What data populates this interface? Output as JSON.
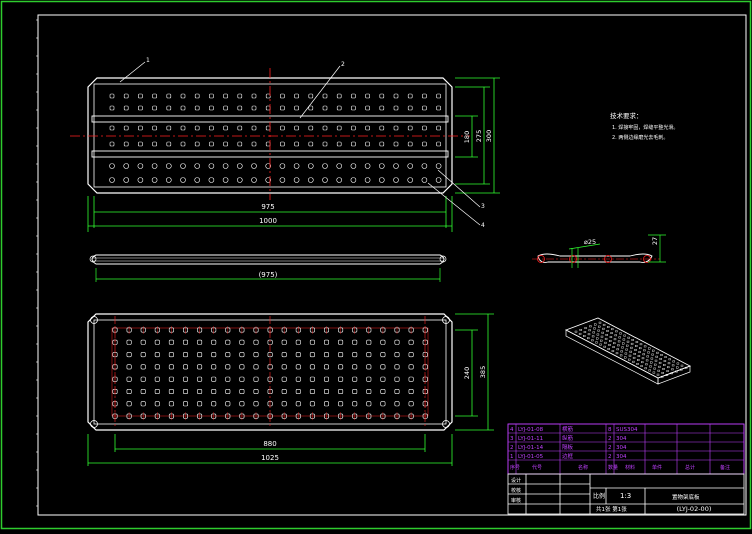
{
  "colors": {
    "background": "#000000",
    "frame": "#2ecc2e",
    "outline": "#ffffff",
    "centerline": "#ff2020",
    "dimension": "#30ff30",
    "hole": "#ffffff",
    "table": "#c040ff",
    "note": "#ffffff"
  },
  "balloons": [
    "1",
    "2",
    "3",
    "4"
  ],
  "dimensions": {
    "top_inner_length": "975",
    "top_outer_length": "1000",
    "top_h1": "180",
    "top_h2": "275",
    "top_h3": "300",
    "side_length": "(975)",
    "bottom_inner_length": "880",
    "bottom_outer_length": "1025",
    "bottom_h1": "240",
    "bottom_h2": "385",
    "section_dia": "⌀25",
    "section_thk": "27"
  },
  "notes": {
    "title": "技术要求：",
    "line1": "1. 焊接牢固，焊缝平整光滑。",
    "line2": "2. 两侧边缘磨光去毛刺。"
  },
  "bom": [
    {
      "no": "4",
      "code": "LYJ-01-08",
      "name": "横筋",
      "qty": "8",
      "mat": "SUS304"
    },
    {
      "no": "3",
      "code": "LYJ-01-11",
      "name": "纵筋",
      "qty": "2",
      "mat": "304"
    },
    {
      "no": "2",
      "code": "LYJ-01-14",
      "name": "隔板",
      "qty": "2",
      "mat": "304"
    },
    {
      "no": "1",
      "code": "LYJ-01-05",
      "name": "边框",
      "qty": "2",
      "mat": "304"
    }
  ],
  "bom_header": [
    "序号",
    "代号",
    "名称",
    "数量",
    "材料",
    "单件",
    "总计",
    "备注"
  ],
  "title_block": {
    "design": "设计",
    "check": "校核",
    "approve": "审核",
    "scale_label": "比例",
    "scale": "1:3",
    "sheets": "共1张  第1张",
    "drawing_name": "置物架底板",
    "drawing_no": "(LYJ-02-00)"
  }
}
